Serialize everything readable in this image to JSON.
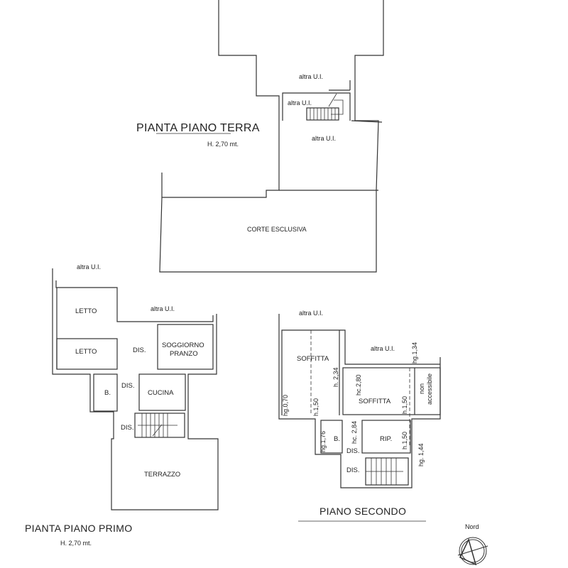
{
  "ground_floor": {
    "title": "PIANTA PIANO TERRA",
    "height": "H. 2,70 mt.",
    "labels": {
      "other_unit_top": "altra U.I.",
      "other_unit_stair": "altra U.I.",
      "other_unit_mid": "altra U.I.",
      "courtyard": "CORTE ESCLUSIVA"
    }
  },
  "first_floor": {
    "title": "PIANTA PIANO PRIMO",
    "height": "H. 2,70 mt.",
    "labels": {
      "other_unit_left": "altra U.I.",
      "other_unit_right": "altra U.I.",
      "bedroom1": "LETTO",
      "bedroom2": "LETTO",
      "hall1": "DIS.",
      "living1": "SOGGIORNO",
      "living2": "PRANZO",
      "bath": "B.",
      "hall2": "DIS.",
      "kitchen": "CUCINA",
      "hall3": "DIS.",
      "terrace": "TERRAZZO"
    }
  },
  "second_floor": {
    "title": "PIANO SECONDO",
    "labels": {
      "other_unit_left": "altra U.I.",
      "other_unit_right": "altra U.I.",
      "attic1": "SOFFITTA",
      "attic2": "SOFFITTA",
      "non1": "non",
      "non2": "accessibile",
      "bath": "B.",
      "storage": "RIP.",
      "hall1": "DIS.",
      "hall2": "DIS."
    },
    "heights": {
      "hg070": "hg.0,70",
      "h150a": "h.1,50",
      "h234": "h. 2,34",
      "hc280": "hc.2,80",
      "h150b": "h.1,50",
      "hg134": "hg.1,34",
      "hg176": "hg.1,76",
      "hc284": "hc. 2,84",
      "h150c": "h.1,50",
      "hg144": "hg. 1,44"
    }
  },
  "compass": {
    "label": "Nord"
  }
}
